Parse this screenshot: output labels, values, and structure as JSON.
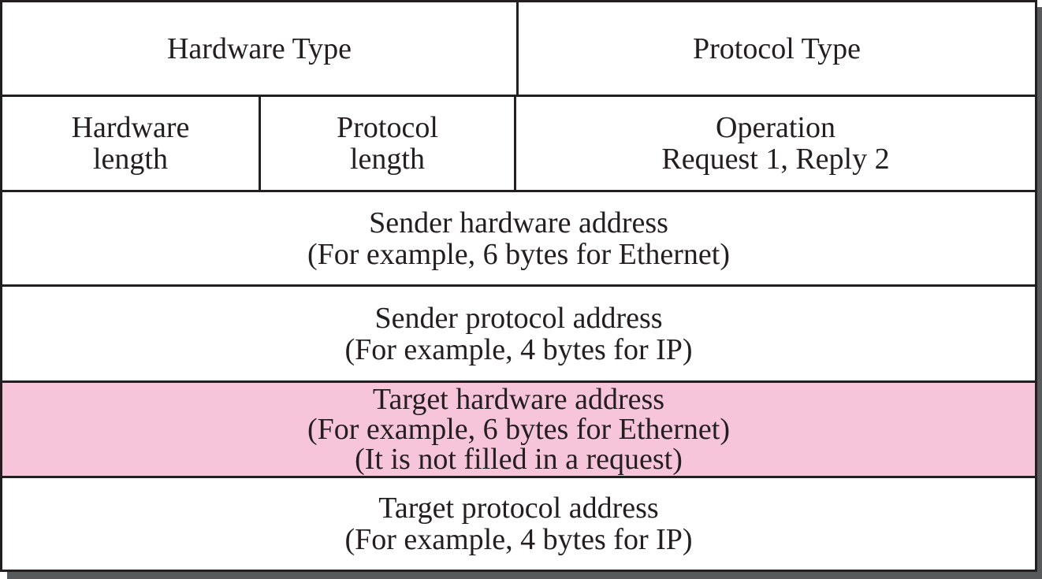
{
  "colors": {
    "background": "#ffffff",
    "border": "#231f20",
    "text": "#231f20",
    "highlight": "#f7c5da",
    "shadow": "#58595b"
  },
  "rows": [
    {
      "cells": [
        {
          "lines": [
            "Hardware Type"
          ]
        },
        {
          "lines": [
            "Protocol Type"
          ]
        }
      ]
    },
    {
      "cells": [
        {
          "lines": [
            "Hardware",
            "length"
          ]
        },
        {
          "lines": [
            "Protocol",
            "length"
          ]
        },
        {
          "lines": [
            "Operation",
            "Request 1, Reply 2"
          ]
        }
      ]
    },
    {
      "cells": [
        {
          "lines": [
            "Sender hardware address",
            "(For example, 6 bytes for Ethernet)"
          ]
        }
      ]
    },
    {
      "cells": [
        {
          "lines": [
            "Sender protocol address",
            "(For example, 4 bytes for IP)"
          ]
        }
      ]
    },
    {
      "highlighted": true,
      "cells": [
        {
          "lines": [
            "Target hardware address",
            "(For example, 6 bytes for Ethernet)",
            "(It is not filled in a request)"
          ]
        }
      ]
    },
    {
      "cells": [
        {
          "lines": [
            "Target protocol address",
            "(For example, 4 bytes for IP)"
          ]
        }
      ]
    }
  ]
}
